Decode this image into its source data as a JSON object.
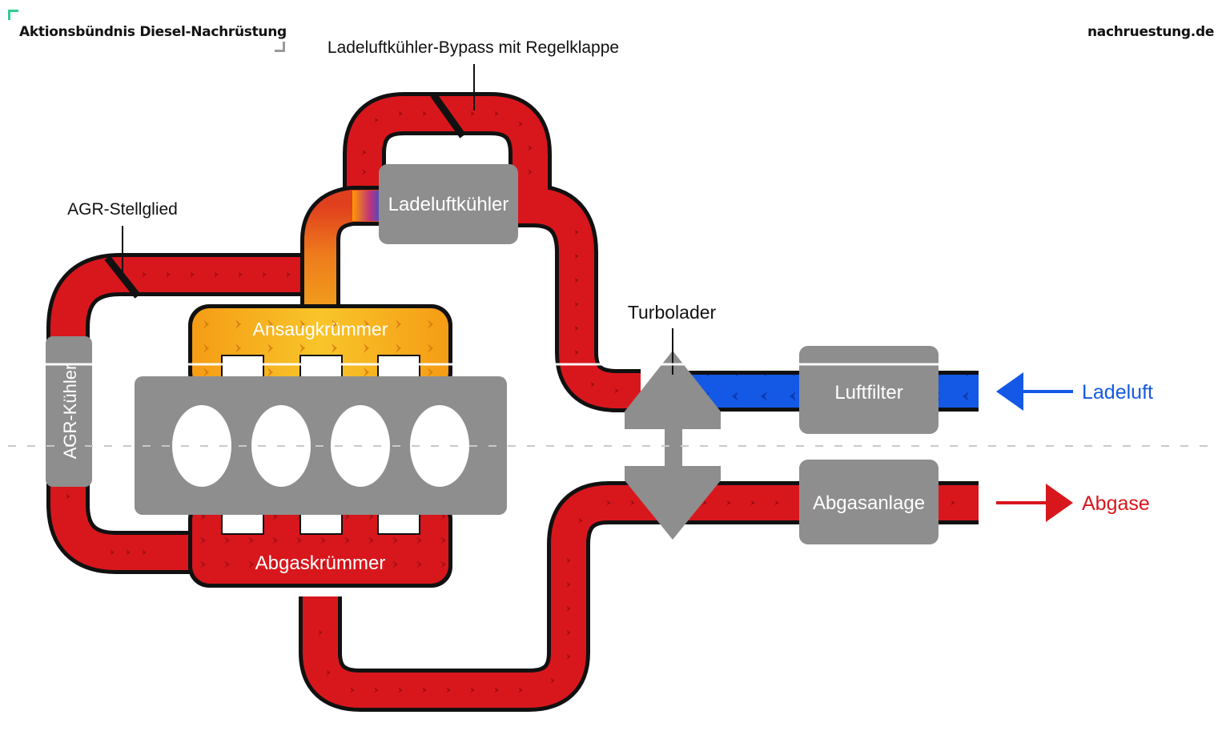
{
  "header": {
    "org_name": "Aktionsbündnis Diesel-Nachrüstung",
    "website": "nachruestung.de"
  },
  "labels": {
    "bypass": "Ladeluftkühler-Bypass mit Regelklappe",
    "agr_actuator": "AGR-Stellglied",
    "agr_cooler": "AGR-Kühler",
    "intercooler": "Ladeluftkühler",
    "intake_manifold": "Ansaugkrümmer",
    "exhaust_manifold": "Abgaskrümmer",
    "turbocharger": "Turbolader",
    "air_filter": "Luftfilter",
    "exhaust_system": "Abgasanlage",
    "charge_air": "Ladeluft",
    "exhaust_gases": "Abgase"
  },
  "colors": {
    "exhaust_red": "#d8171d",
    "charge_air_blue": "#1459e6",
    "intake_orange": "#f6a51a",
    "component_gray": "#8e8e8e",
    "outline": "#111111",
    "brand_green": "#2fcf8e"
  }
}
